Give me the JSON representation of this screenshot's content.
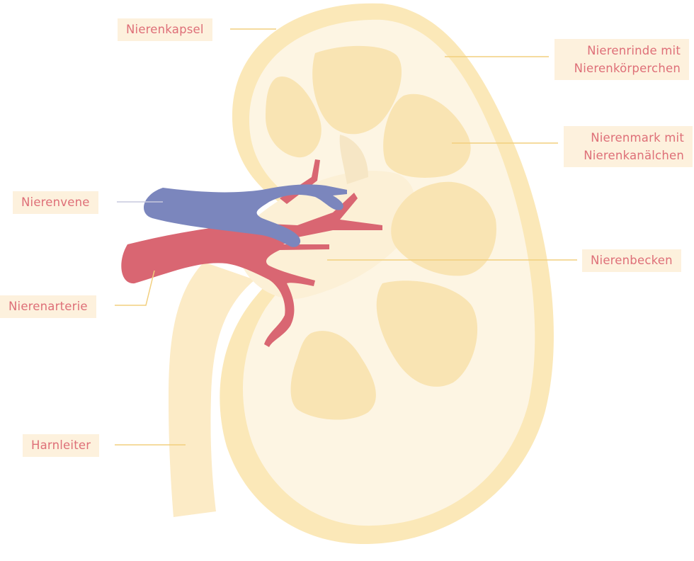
{
  "labels": {
    "nierenkapsel": "Nierenkapsel",
    "nierenrinde": [
      "Nierenrinde mit",
      "Nierenkörperchen"
    ],
    "nierenmark": [
      "Nierenmark mit",
      "Nierenkanälchen"
    ],
    "nierenvene": "Nierenvene",
    "nierenbecken": "Nierenbecken",
    "nierenarterie": "Nierenarterie",
    "harnleiter": "Harnleiter"
  },
  "colors": {
    "label_text": "#de6f78",
    "label_bg": "#fdf1dd",
    "leader_line": "#f2cf7e",
    "capsule": "#fbe8b8",
    "cortex": "#fdf5e3",
    "medulla": "#f9e4b3",
    "pelvis": "#fcf0d6",
    "vein": "#7b86bd",
    "artery": "#d96672",
    "ureter": "#fcebc6"
  }
}
